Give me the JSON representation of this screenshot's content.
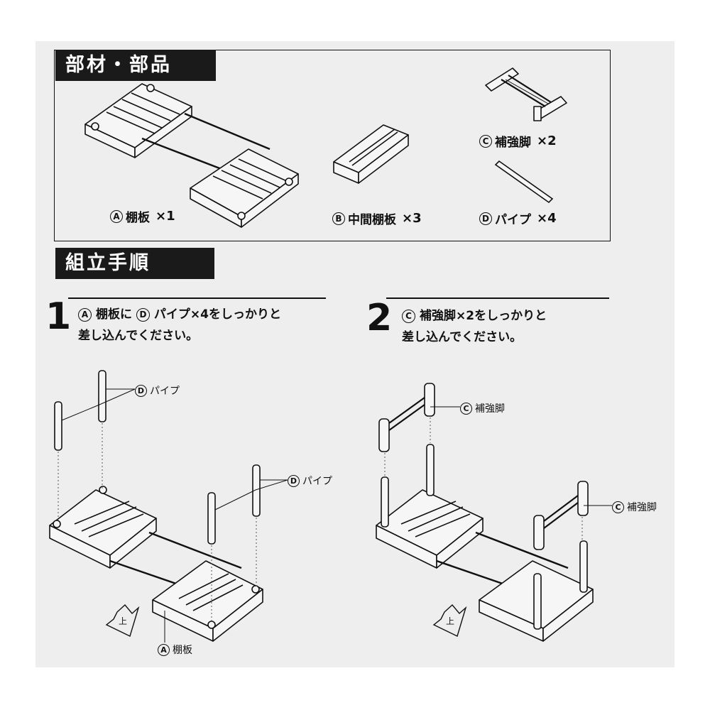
{
  "sections": {
    "parts_title": "部材・部品",
    "steps_title": "組立手順"
  },
  "parts": [
    {
      "letter": "A",
      "name": "棚板",
      "qty": "×1"
    },
    {
      "letter": "B",
      "name": "中間棚板",
      "qty": "×3"
    },
    {
      "letter": "C",
      "name": "補強脚",
      "qty": "×2"
    },
    {
      "letter": "D",
      "name": "パイプ",
      "qty": "×4"
    }
  ],
  "steps": [
    {
      "number": "1",
      "line1_letter_a": "A",
      "line1_part_a": "棚板に",
      "line1_letter_b": "D",
      "line1_part_b": "パイプ×4をしっかりと",
      "line2": "差し込んでください。"
    },
    {
      "number": "2",
      "line1_letter_a": "C",
      "line1_part_a": "補強脚×2をしっかりと",
      "line2": "差し込んでください。"
    }
  ],
  "callouts": {
    "pipe": "パイプ",
    "pipe_letter": "D",
    "shelf": "棚板",
    "shelf_letter": "A",
    "leg": "補強脚",
    "leg_letter": "C",
    "down_glyph": "上"
  },
  "colors": {
    "background": "#efeeef",
    "ink": "#111111",
    "tag_bg": "#1a1a1a",
    "part_fill": "#f6f6f6"
  }
}
